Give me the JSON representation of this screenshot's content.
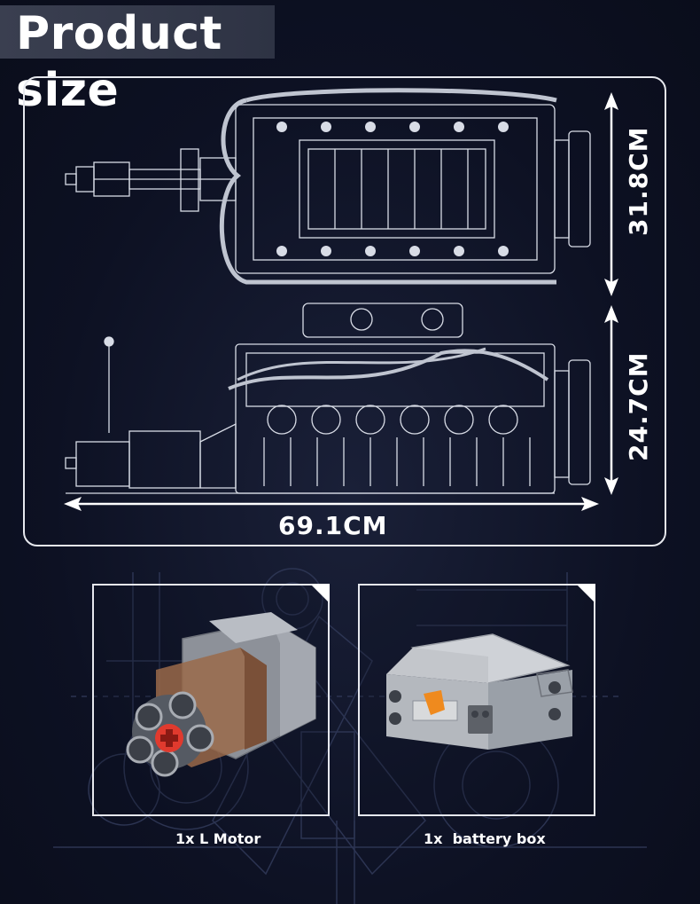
{
  "header": {
    "title": "Product size"
  },
  "dimensions": {
    "width": "69.1CM",
    "height_top": "31.8CM",
    "height_bottom": "24.7CM"
  },
  "accessories": [
    {
      "caption": "1x L Motor",
      "icon": "motor-icon"
    },
    {
      "caption": "1x  battery box",
      "icon": "battery-box-icon"
    }
  ],
  "colors": {
    "background": "#0d1123",
    "line": "#e6e8ee",
    "accent_red": "#e03a2e",
    "accent_orange": "#ef8a1e"
  }
}
